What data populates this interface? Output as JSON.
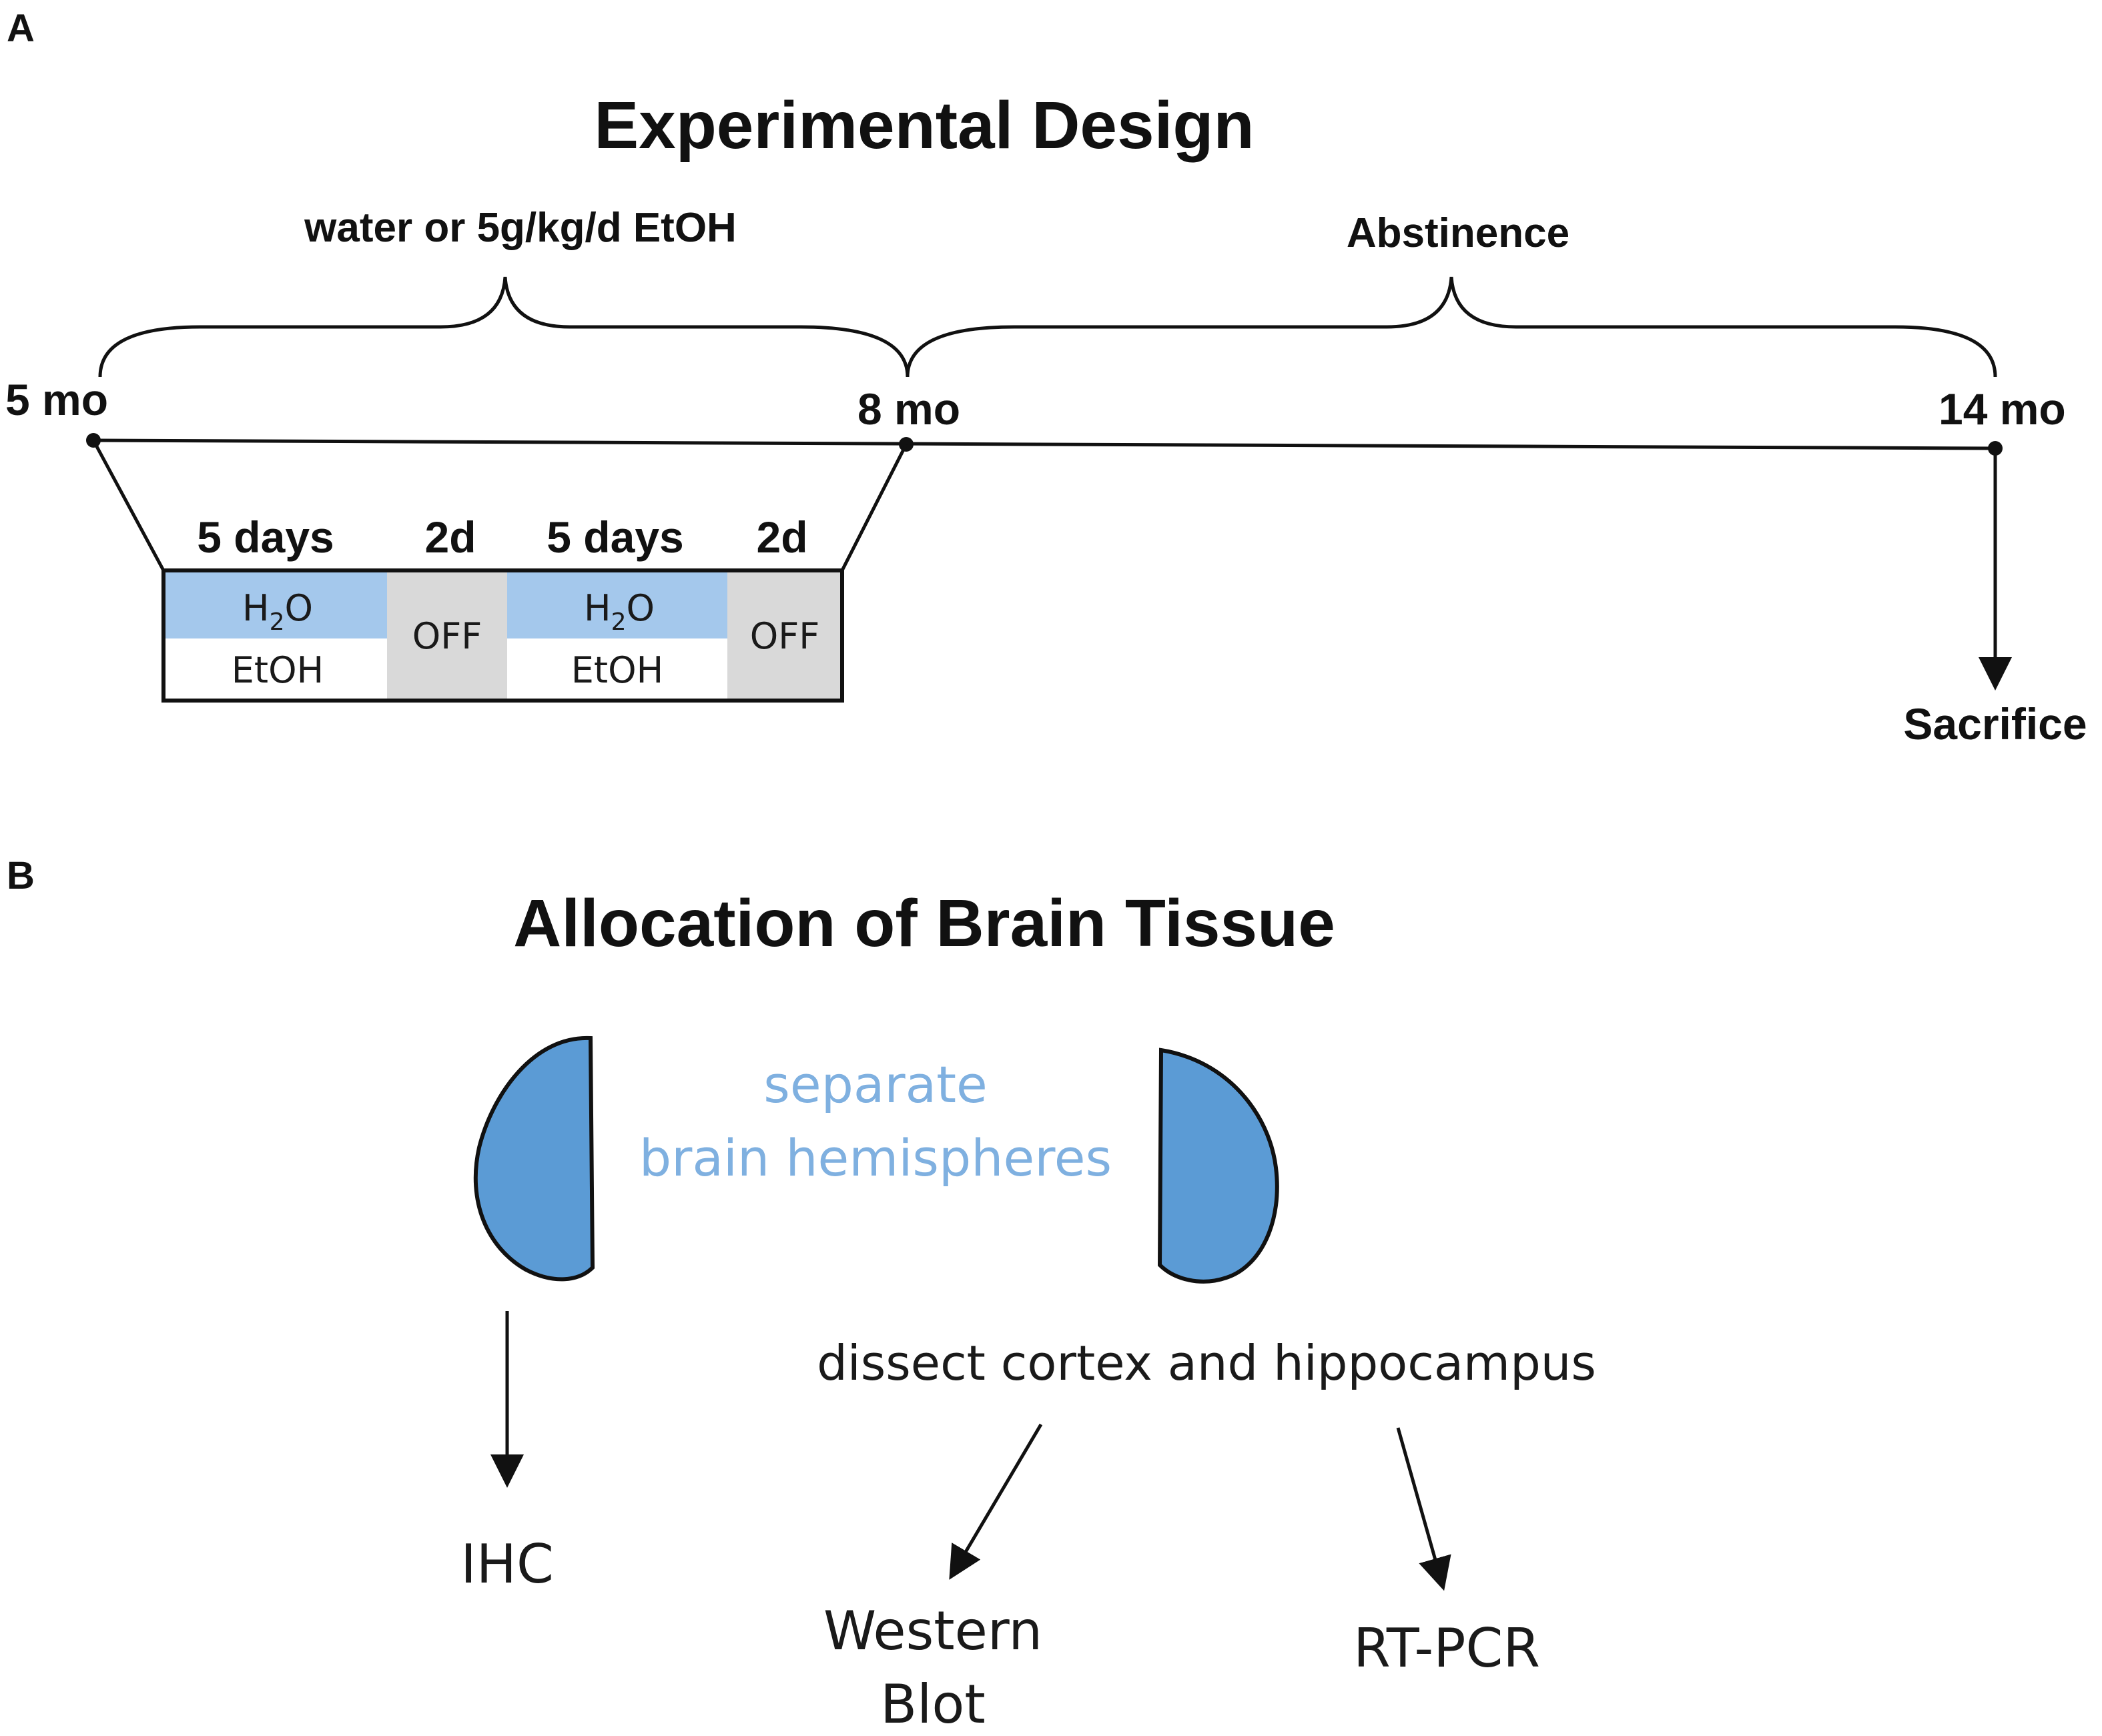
{
  "panel_a": {
    "letter": "A",
    "title": "Experimental Design",
    "brace_left_label": "water or 5g/kg/d EtOH",
    "brace_right_label": "Abstinence",
    "timepoints": {
      "t1": "5 mo",
      "t2": "8 mo",
      "t3": "14 mo"
    },
    "sacrifice_label": "Sacrifice",
    "schedule": {
      "headers": [
        "5 days",
        "2d",
        "5 days",
        "2d"
      ],
      "on_top": "H",
      "on_top_sub": "2",
      "on_top_tail": "O",
      "on_bottom": "EtOH",
      "off_label": "OFF"
    },
    "colors": {
      "water_cell": "#a4c8ec",
      "off_cell": "#d9d9d9"
    }
  },
  "panel_b": {
    "letter": "B",
    "title": "Allocation of Brain Tissue",
    "center_label_line1": "separate",
    "center_label_line2": "brain hemispheres",
    "dissect_label": "dissect cortex and hippocampus",
    "outputs": {
      "ihc": "IHC",
      "western_line1": "Western",
      "western_line2": "Blot",
      "rtpcr": "RT-PCR"
    },
    "colors": {
      "hemisphere": "#5b9bd5",
      "label_blue": "#7fb0e0"
    }
  }
}
